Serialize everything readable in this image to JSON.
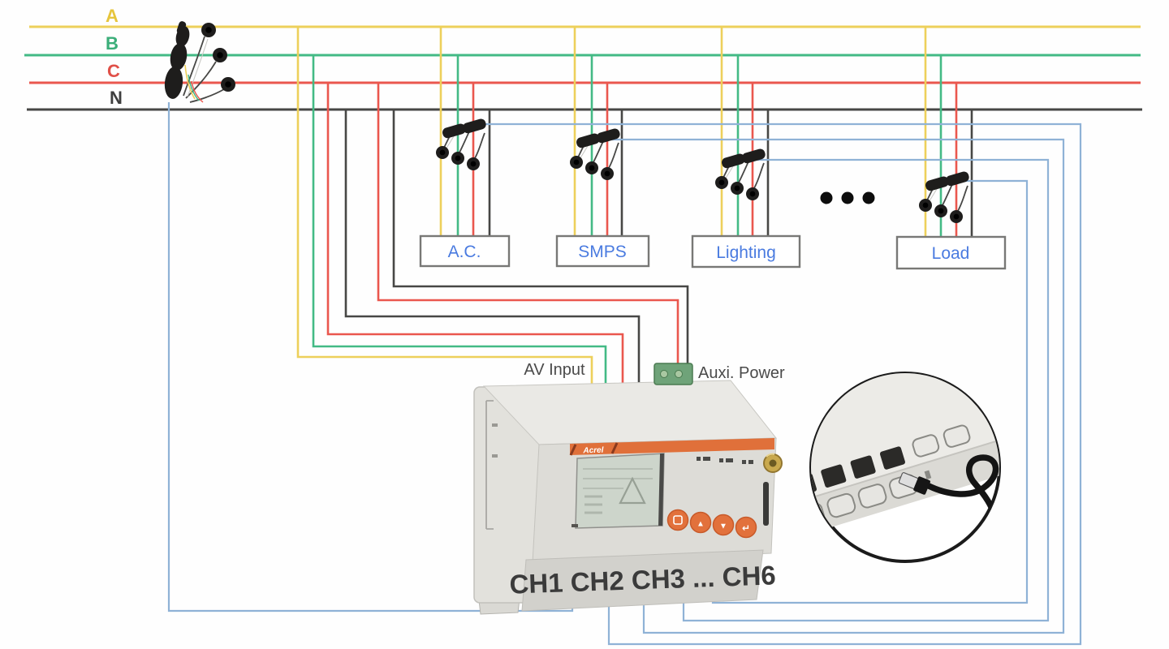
{
  "phases": [
    {
      "name": "A",
      "color": "#EDD05B"
    },
    {
      "name": "B",
      "color": "#43BA85"
    },
    {
      "name": "C",
      "color": "#EA574E"
    },
    {
      "name": "N",
      "color": "#474745"
    }
  ],
  "branches": [
    {
      "label": "A.C."
    },
    {
      "label": "SMPS"
    },
    {
      "label": "Lighting"
    },
    {
      "label": "Load"
    }
  ],
  "annotations": {
    "av_input": "AV Input",
    "aux_power": "Auxi. Power",
    "channels": "CH1 CH2 CH3 ... CH6"
  },
  "meter": {
    "brand": "Acrel",
    "buttons": {
      "up": "▲",
      "down": "▼",
      "enter": "↵"
    },
    "indicator_count": 3
  },
  "ellipsis_dots": 3,
  "magnifier": {
    "dark_ports": 4,
    "empty_ports": 6
  },
  "colors": {
    "ct_wire_blue": "#8FB2D6",
    "box_label_blue": "#4A7BE0",
    "meter_accent_orange": "#E0703A",
    "annotation_text": "#4A4A4A",
    "aux_terminal_green": "#6FA379"
  }
}
